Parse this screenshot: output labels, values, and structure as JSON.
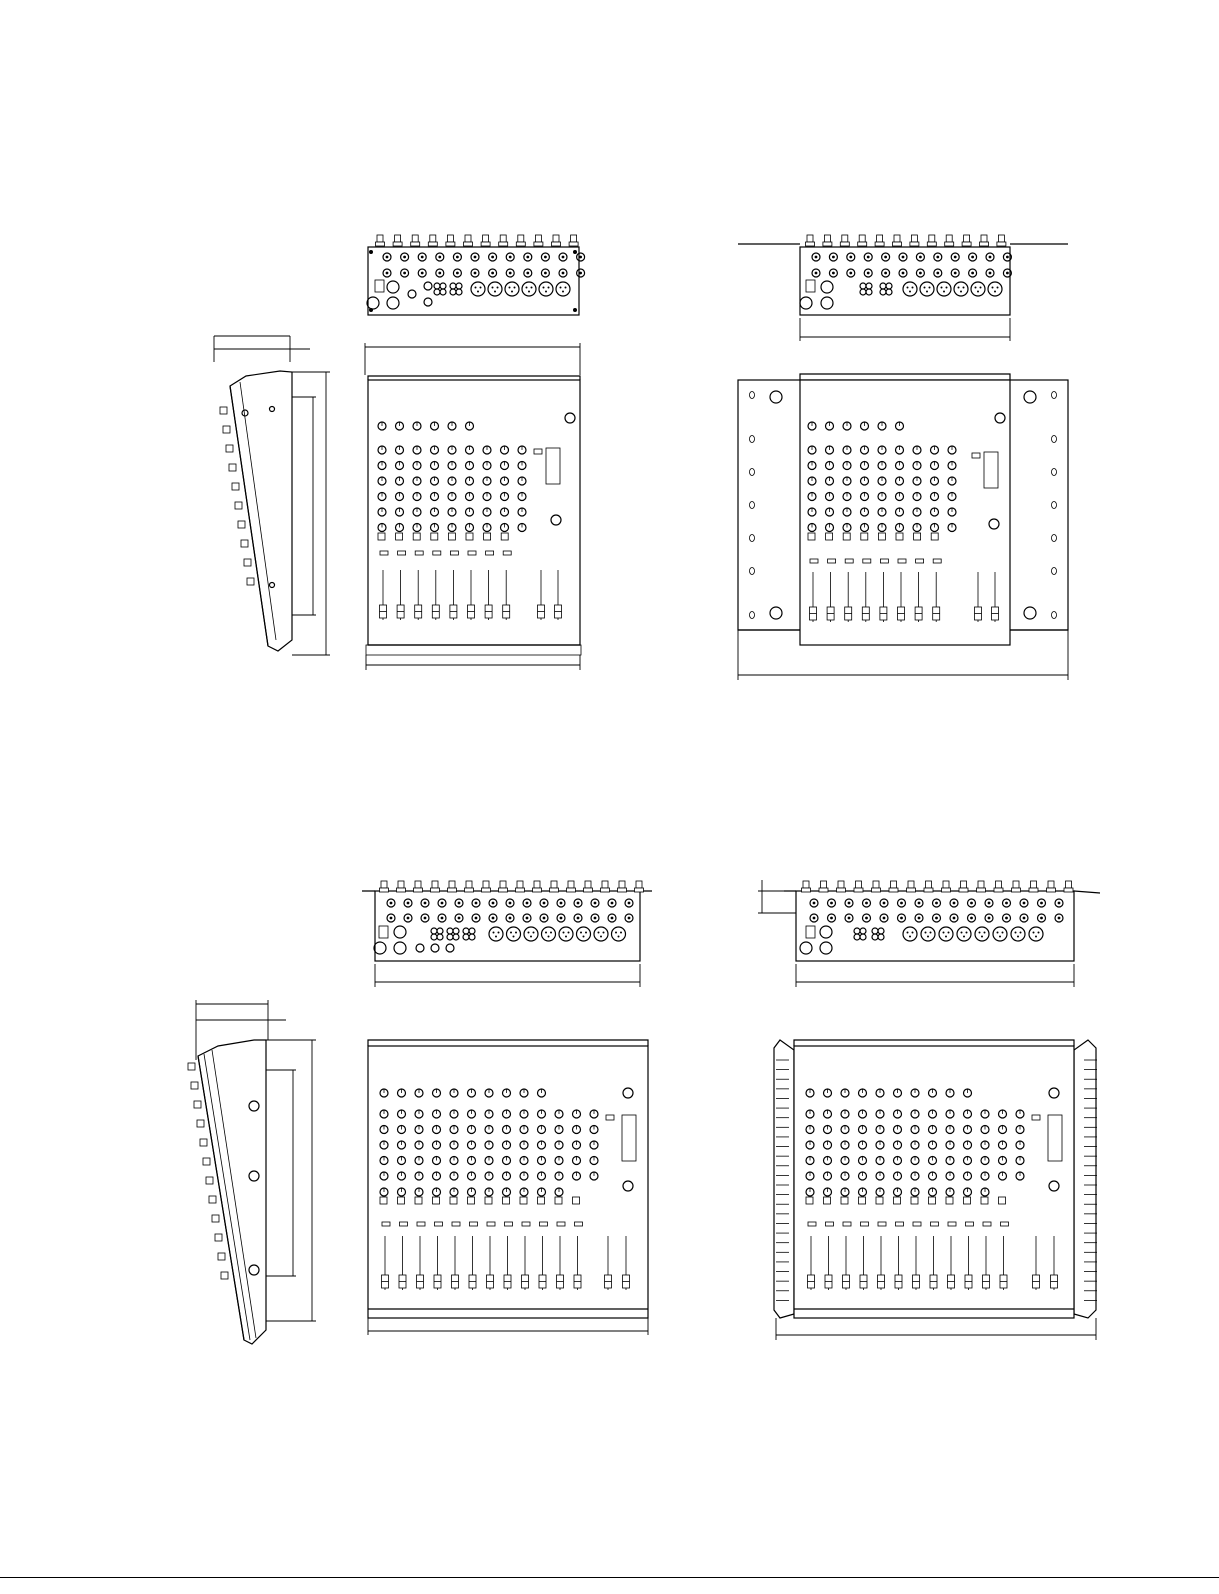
{
  "figures": [
    {
      "id": "mixer-12ch-standard",
      "channels": 8
    },
    {
      "id": "mixer-12ch-rackmount",
      "channels": 8
    },
    {
      "id": "mixer-16ch-standard",
      "channels": 12
    },
    {
      "id": "mixer-16ch-with-side-panels",
      "channels": 12
    }
  ],
  "colors": {
    "line": "#000000",
    "background": "#ffffff"
  }
}
